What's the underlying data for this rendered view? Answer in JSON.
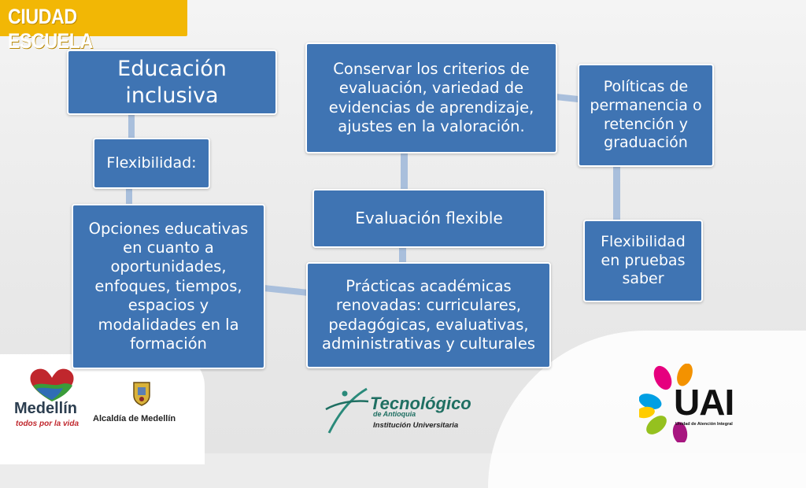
{
  "header": {
    "title": "CIUDAD ESCUELA"
  },
  "diagram": {
    "nodes": {
      "educacion_inclusiva": "Educación inclusiva",
      "flexibilidad": "Flexibilidad:",
      "opciones_educativas": "Opciones educativas en cuanto a oportunidades, enfoques, tiempos, espacios y modalidades en la formación",
      "conservar_criterios": "Conservar los criterios de evaluación, variedad de evidencias de aprendizaje, ajustes en la valoración.",
      "evaluacion_flexible": "Evaluación flexible",
      "practicas_academicas": "Prácticas académicas renovadas: curriculares, pedagógicas, evaluativas, administrativas y culturales",
      "politicas_permanencia": "Políticas de permanencia o retención y graduación",
      "flexibilidad_pruebas": "Flexibilidad en pruebas saber"
    }
  },
  "footer": {
    "medellin": {
      "name": "Medellín",
      "tagline": "todos por la vida"
    },
    "alcaldia": "Alcaldía de Medellín",
    "tecnologico": {
      "name": "Tecnológico",
      "sub": "de Antioquia",
      "line2": "Institución Universitaria"
    },
    "uai": {
      "name": "UAI",
      "sub": "Unidad de Atención Integral"
    }
  },
  "colors": {
    "box": "#3f74b3",
    "connector": "#a9bfdc",
    "header": "#f2b705"
  }
}
